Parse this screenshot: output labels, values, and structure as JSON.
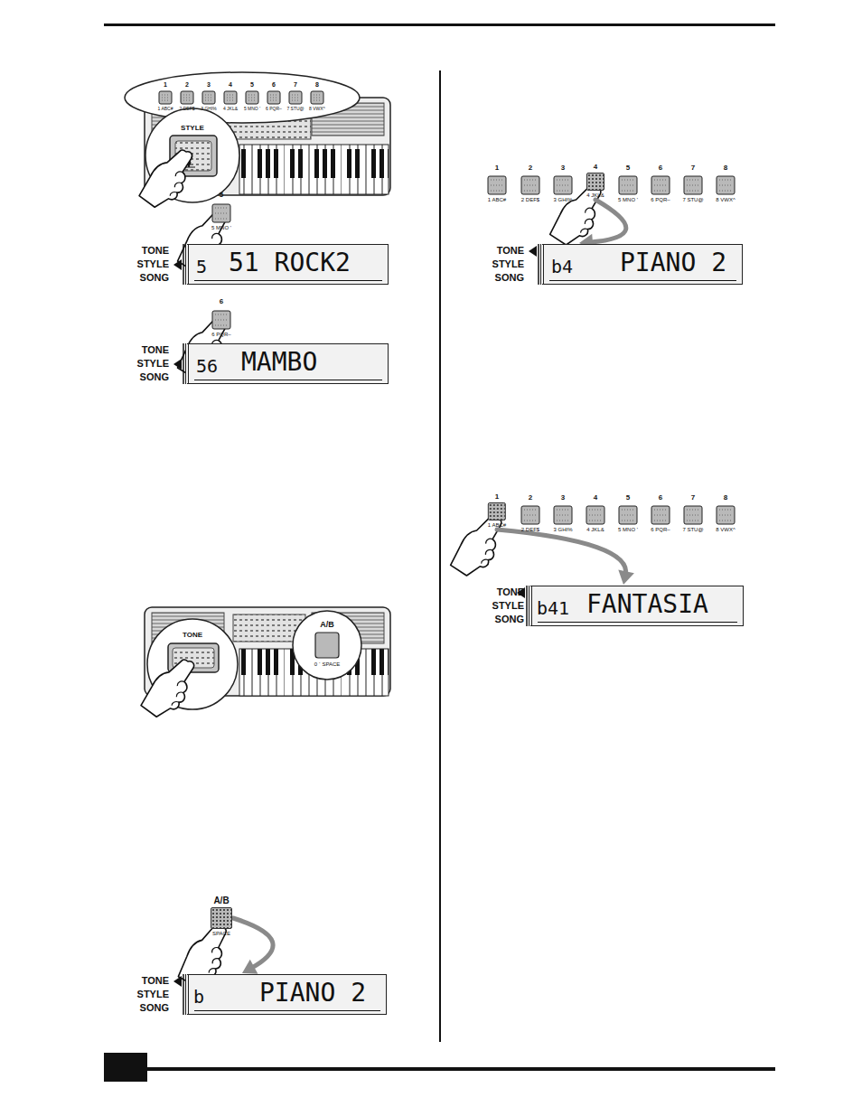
{
  "diagram": {
    "nodes": [
      {
        "text": [
          "TONE STYLE SONG",
          "5",
          "51 ROCK2"
        ]
      },
      {
        "text": [
          "TONE STYLE SONG",
          "56",
          "MAMBO"
        ]
      },
      {
        "text": [
          "A/B",
          "SPACE"
        ]
      },
      {
        "text": [
          "TONE STYLE SONG",
          "b",
          "PIANO 2"
        ]
      },
      {
        "text": [
          "4",
          "4 JKL&"
        ]
      },
      {
        "text": [
          "TONE STYLE SONG",
          "b4",
          "PIANO 2"
        ]
      },
      {
        "text": [
          "1",
          "1 ABC#"
        ]
      },
      {
        "text": [
          "TONE STYLE SONG",
          "b41",
          "FANTASIA"
        ]
      }
    ],
    "edges": [
      {
        "from": 2,
        "to": 3,
        "arrow": "to"
      },
      {
        "from": 4,
        "to": 5,
        "arrow": "to"
      },
      {
        "from": 6,
        "to": 7,
        "arrow": "to"
      }
    ],
    "labels": [
      "1",
      "2",
      "3",
      "4",
      "5",
      "6",
      "7",
      "8",
      "1 ABC#",
      "2 DEF$",
      "3 GHI%",
      "4 JKL&",
      "5 MNO '",
      "6 PQR–",
      "7 STU@",
      "8 VWX^",
      "STYLE",
      "5",
      "5 MNO '",
      "6",
      "6 PQR–",
      "TONE",
      "A/B",
      "0 ` SPACE",
      "1",
      "2",
      "3",
      "5",
      "6",
      "7",
      "8",
      "1 ABC#",
      "2 DEF$",
      "3 GHI%",
      "5 MNO '",
      "6 PQR–",
      "7 STU@",
      "8 VWX^",
      "2",
      "3",
      "4",
      "5",
      "6",
      "7",
      "8",
      "2 DEF$",
      "3 GHI%",
      "4 JKL&",
      "5 MNO '",
      "6 PQR–",
      "7 STU@",
      "8 VWX^"
    ]
  }
}
